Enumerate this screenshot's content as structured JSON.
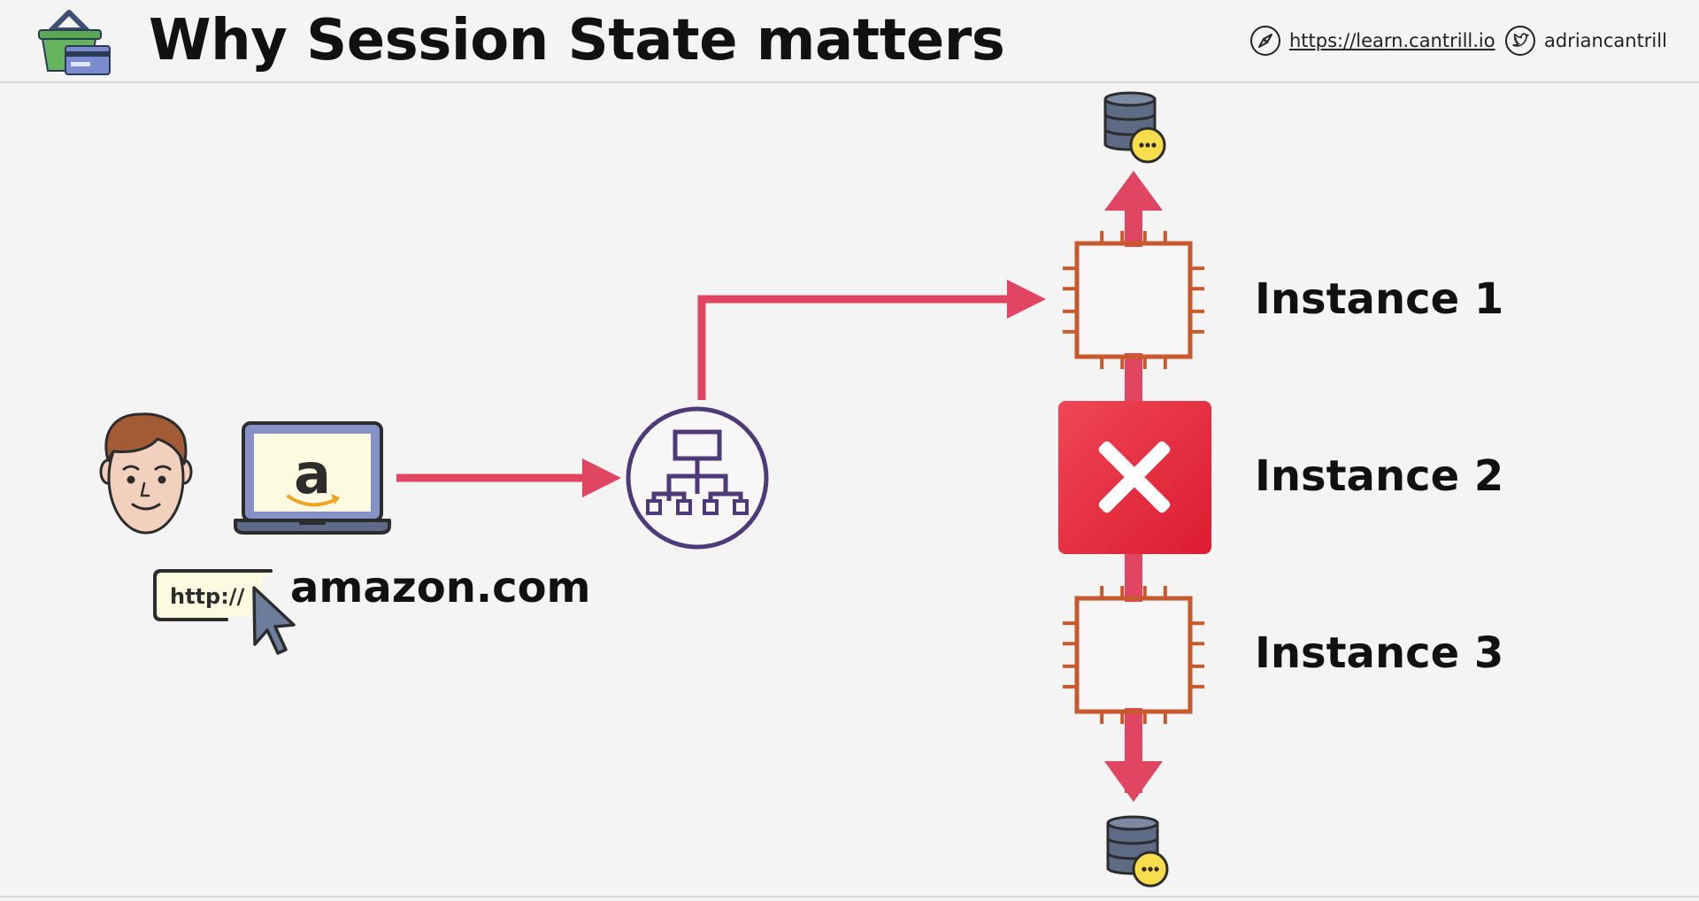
{
  "header": {
    "title": "Why Session State matters",
    "website": "https://learn.cantrill.io",
    "twitter": "adriancantrill"
  },
  "diagram": {
    "http_label": "http://",
    "domain": "amazon.com",
    "instances": [
      {
        "label": "Instance 1",
        "status": "running"
      },
      {
        "label": "Instance 2",
        "status": "failed"
      },
      {
        "label": "Instance 3",
        "status": "running"
      }
    ]
  },
  "colors": {
    "arrow": "#e04561",
    "chip": "#c9582c",
    "balancer": "#4e3a79",
    "failed": "#e3243a",
    "database": "#5d6b85",
    "badge": "#f7dd4c"
  },
  "icons": [
    "basket-icon",
    "compass-icon",
    "twitter-icon",
    "user-avatar-icon",
    "laptop-icon",
    "amazon-logo-icon",
    "cursor-icon",
    "load-balancer-icon",
    "ec2-instance-icon",
    "failure-icon",
    "database-icon"
  ]
}
